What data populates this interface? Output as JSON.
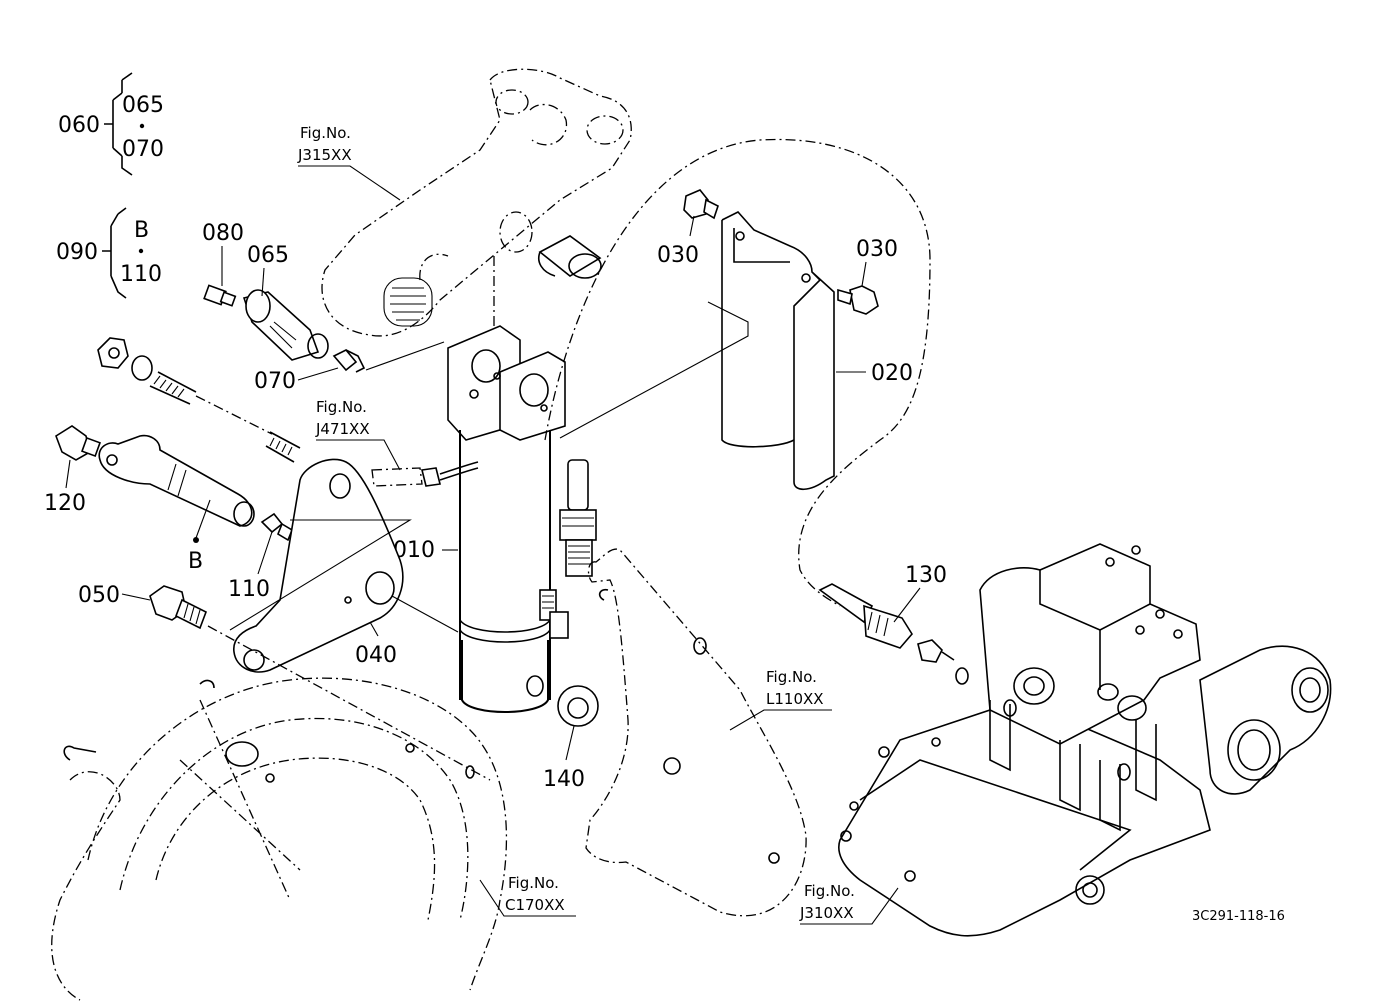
{
  "diagram": {
    "doc_code": "3C291-118-16",
    "set_groups": [
      {
        "parent": "060",
        "children": [
          "065",
          "070"
        ]
      },
      {
        "parent": "090",
        "children": [
          "B",
          "110"
        ]
      }
    ],
    "part_labels": {
      "p080": "080",
      "p065": "065",
      "p070": "070",
      "p120": "120",
      "p110": "110",
      "pB": "B",
      "p050": "050",
      "p040": "040",
      "p010": "010",
      "p030a": "030",
      "p030b": "030",
      "p020": "020",
      "p130": "130",
      "p140": "140"
    },
    "figure_refs": {
      "j315": {
        "label": "Fig.No.",
        "code": "J315XX"
      },
      "j471": {
        "label": "Fig.No.",
        "code": "J471XX"
      },
      "l110": {
        "label": "Fig.No.",
        "code": "L110XX"
      },
      "c170": {
        "label": "Fig.No.",
        "code": "C170XX"
      },
      "j310": {
        "label": "Fig.No.",
        "code": "J310XX"
      }
    }
  }
}
